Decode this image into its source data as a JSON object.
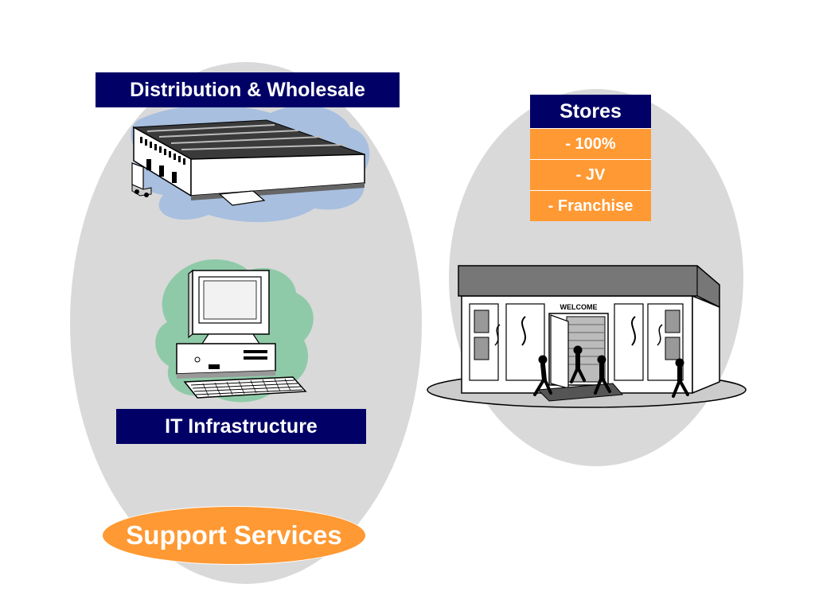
{
  "left_group": {
    "distribution_label": "Distribution & Wholesale",
    "it_label": "IT Infrastructure",
    "support_label": "Support Services"
  },
  "right_group": {
    "stores_title": "Stores",
    "store_types": [
      "- 100%",
      "- JV",
      "- Franchise"
    ],
    "welcome_sign": "WELCOME"
  },
  "colors": {
    "navy": "#000066",
    "orange": "#ff9933",
    "ellipse_gray": "#d9d9d9",
    "warehouse_blob": "#a8bfdf",
    "computer_blob": "#8fcaa8"
  },
  "icons": [
    "warehouse-icon",
    "truck-icon",
    "computer-icon",
    "storefront-icon",
    "walking-person-icon"
  ]
}
